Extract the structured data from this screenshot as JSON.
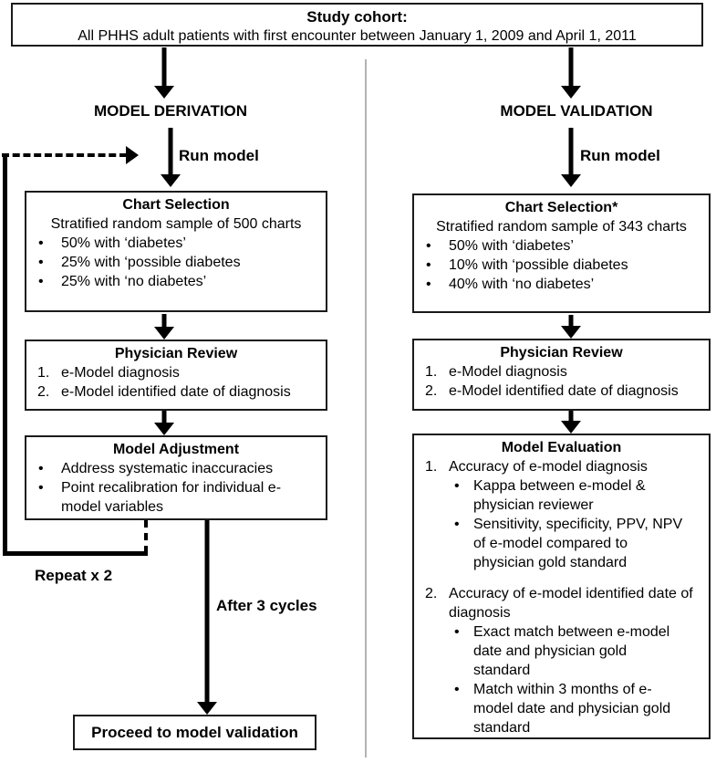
{
  "top_box": {
    "title": "Study cohort:",
    "subtitle": "All PHHS adult patients with first encounter between January 1, 2009 and April 1, 2011"
  },
  "derivation": {
    "heading": "MODEL DERIVATION",
    "run_model_label": "Run model",
    "chart_selection": {
      "title": "Chart Selection",
      "subtitle": "Stratified random sample of 500 charts",
      "bullets": [
        "50% with ‘diabetes’",
        "25% with ‘possible diabetes",
        "25% with ‘no diabetes’"
      ]
    },
    "physician_review": {
      "title": "Physician Review",
      "items": [
        {
          "num": "1.",
          "text": "e-Model diagnosis"
        },
        {
          "num": "2.",
          "text": "e-Model identified date of diagnosis"
        }
      ]
    },
    "model_adjustment": {
      "title": "Model Adjustment",
      "bullets": [
        "Address systematic inaccuracies",
        "Point recalibration for individual e-model variables"
      ]
    },
    "repeat_label": "Repeat x 2",
    "after_label": "After 3 cycles",
    "proceed_label": "Proceed to model validation"
  },
  "validation": {
    "heading": "MODEL VALIDATION",
    "run_model_label": "Run model",
    "chart_selection": {
      "title": "Chart Selection*",
      "subtitle": "Stratified random sample of 343 charts",
      "bullets": [
        "50% with ‘diabetes’",
        "10% with ‘possible diabetes",
        "40% with ‘no diabetes’"
      ]
    },
    "physician_review": {
      "title": "Physician Review",
      "items": [
        {
          "num": "1.",
          "text": "e-Model diagnosis"
        },
        {
          "num": "2.",
          "text": "e-Model identified date of diagnosis"
        }
      ]
    },
    "model_evaluation": {
      "title": "Model Evaluation",
      "items": [
        {
          "num": "1.",
          "text": "Accuracy of e-model diagnosis",
          "bullets": [
            "Kappa between e-model & physician reviewer",
            "Sensitivity, specificity, PPV, NPV of e-model compared to physician gold standard"
          ]
        },
        {
          "num": "2.",
          "text": "Accuracy of e-model identified date of diagnosis",
          "bullets": [
            "Exact match between e-model date and physician gold standard",
            "Match within 3 months of e-model date and physician gold standard"
          ]
        }
      ]
    }
  },
  "colors": {
    "line": "#000000",
    "box_border": "#1a1a1a",
    "divider": "#b3b3b3",
    "background": "#ffffff",
    "text": "#000000"
  }
}
